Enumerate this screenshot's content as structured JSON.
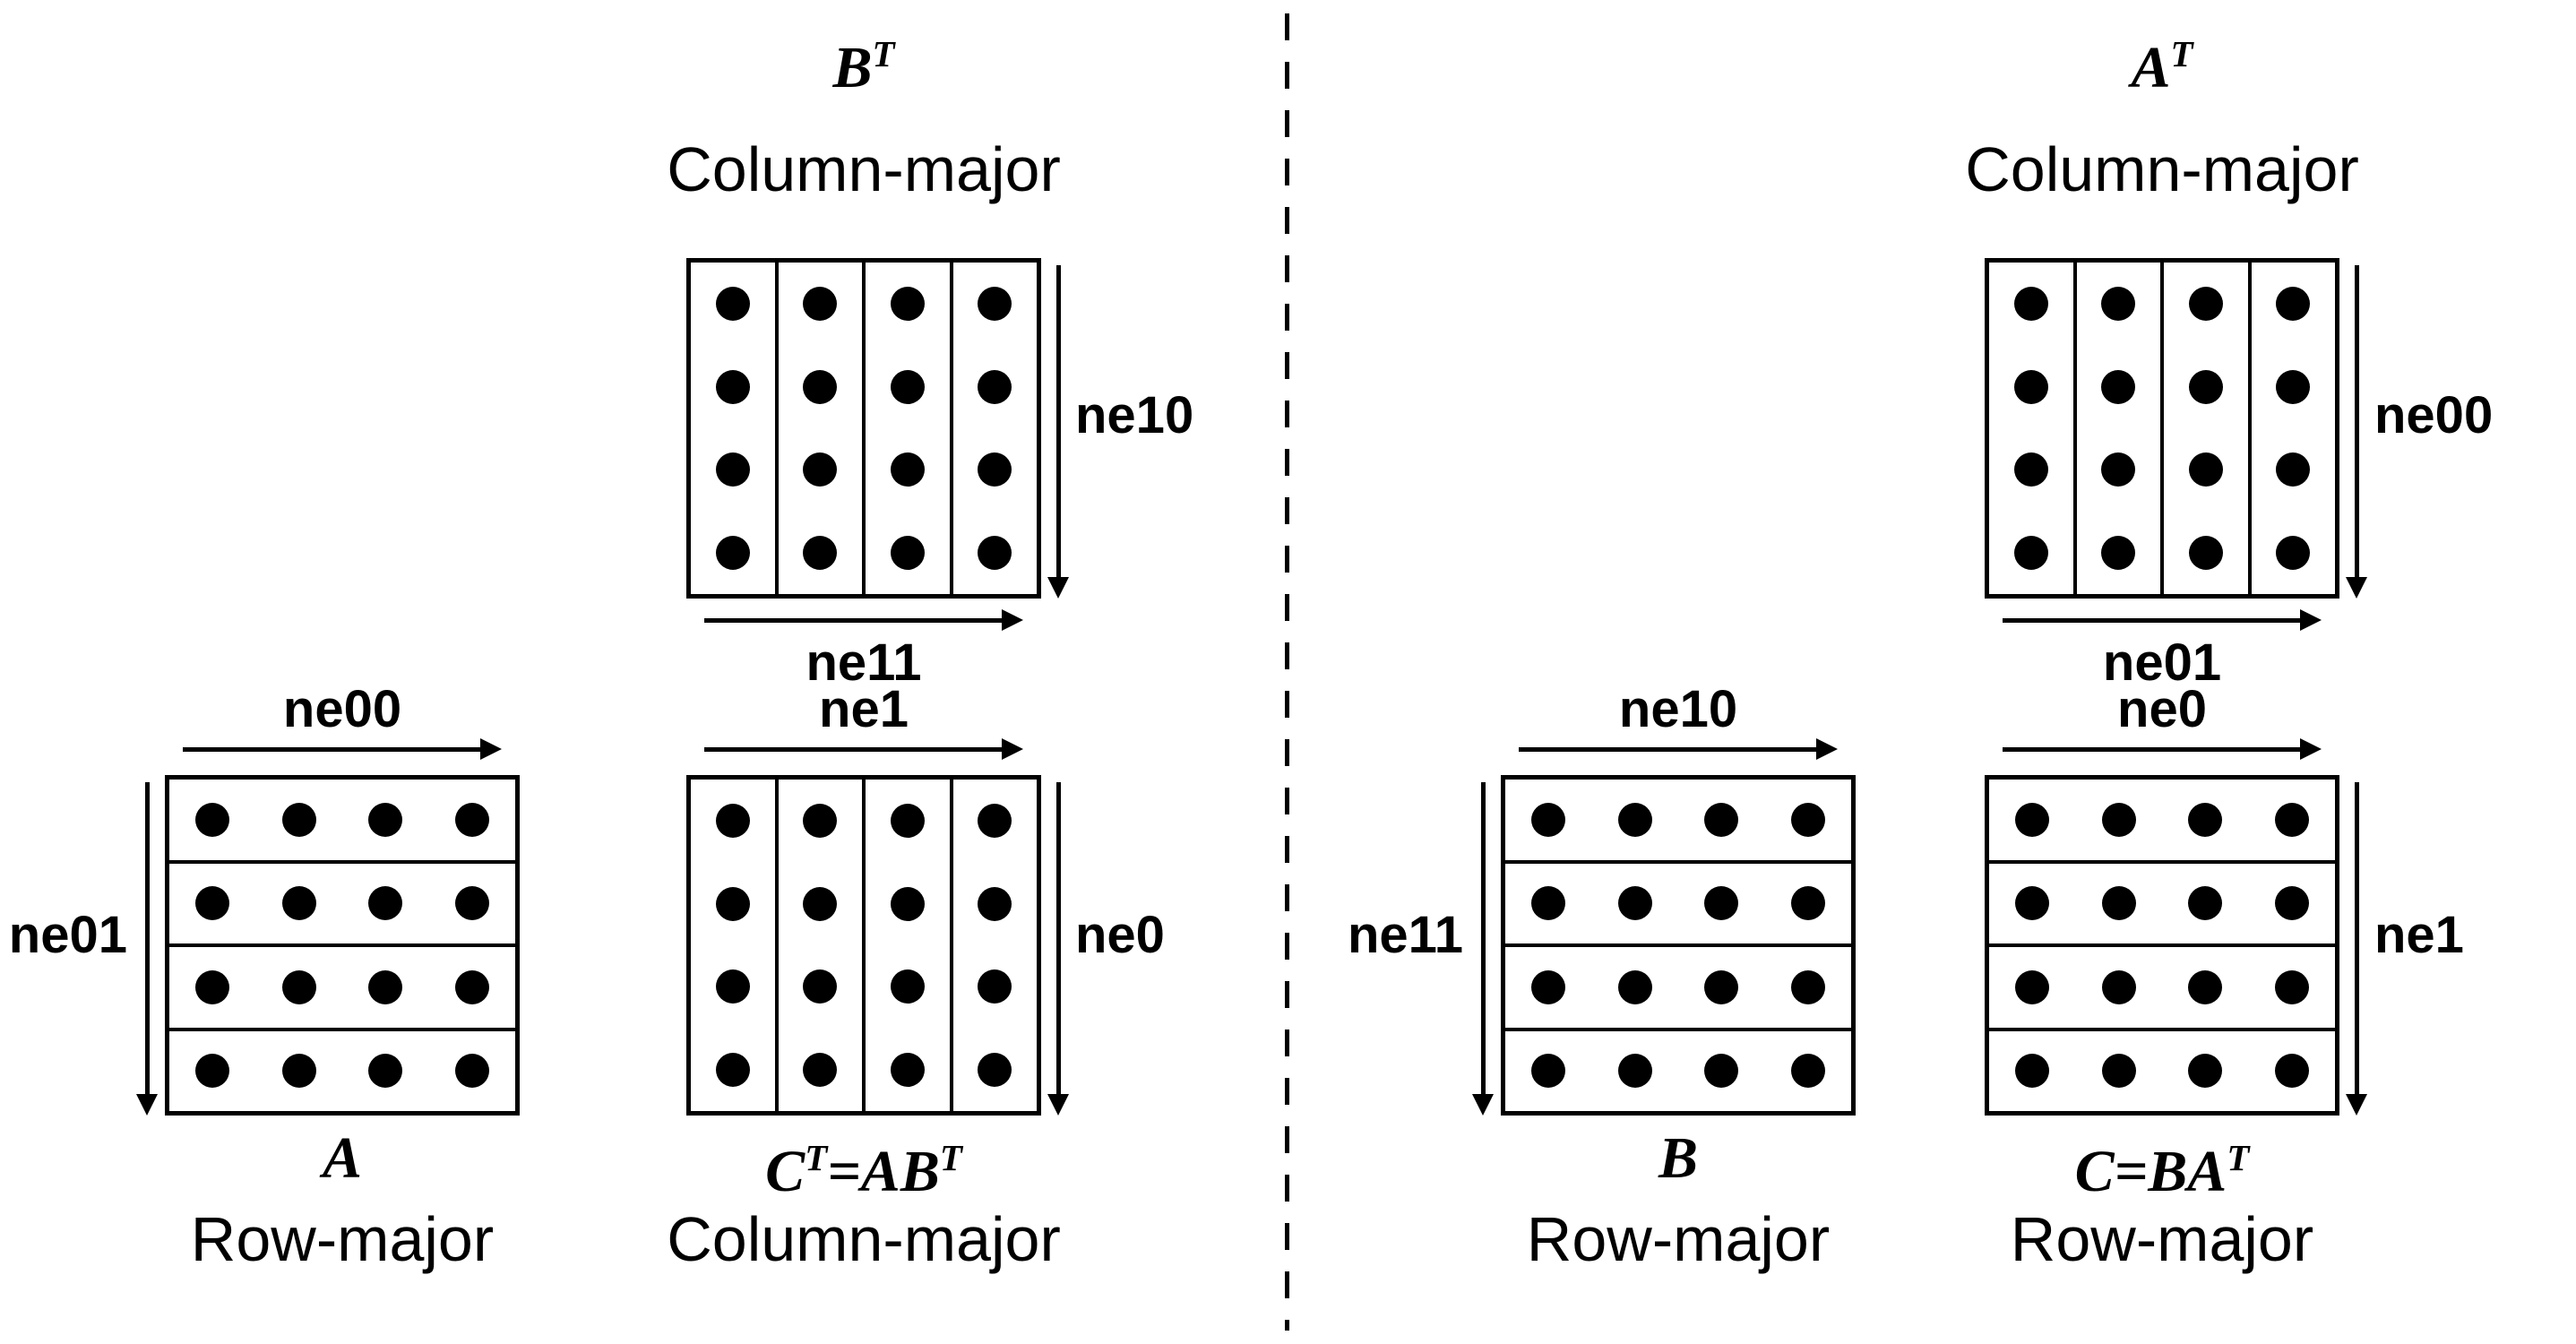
{
  "panels": [
    {
      "side": "left",
      "matrices": [
        "bt",
        "a",
        "ct"
      ]
    },
    {
      "side": "right",
      "matrices": [
        "at",
        "b",
        "c"
      ]
    }
  ],
  "matrices": {
    "bt": {
      "title": "B^T",
      "layout_label": "Column-major",
      "dividers": "vertical",
      "rows": 4,
      "cols": 4,
      "arrows": {
        "right": "ne10",
        "bottom": "ne11"
      }
    },
    "a": {
      "title": "A",
      "layout_label": "Row-major",
      "dividers": "horizontal",
      "rows": 4,
      "cols": 4,
      "arrows": {
        "top": "ne00",
        "left": "ne01"
      }
    },
    "ct": {
      "title": "C^T=AB^T",
      "layout_label": "Column-major",
      "dividers": "vertical",
      "rows": 4,
      "cols": 4,
      "arrows": {
        "top": "ne1",
        "right": "ne0"
      }
    },
    "at": {
      "title": "A^T",
      "layout_label": "Column-major",
      "dividers": "vertical",
      "rows": 4,
      "cols": 4,
      "arrows": {
        "right": "ne00",
        "bottom": "ne01"
      }
    },
    "b": {
      "title": "B",
      "layout_label": "Row-major",
      "dividers": "horizontal",
      "rows": 4,
      "cols": 4,
      "arrows": {
        "top": "ne10",
        "left": "ne11"
      }
    },
    "c": {
      "title": "C=BA^T",
      "layout_label": "Row-major",
      "dividers": "horizontal",
      "rows": 4,
      "cols": 4,
      "arrows": {
        "top": "ne0",
        "right": "ne1"
      }
    }
  },
  "colors": {
    "ink": "#000000",
    "background": "#ffffff"
  }
}
